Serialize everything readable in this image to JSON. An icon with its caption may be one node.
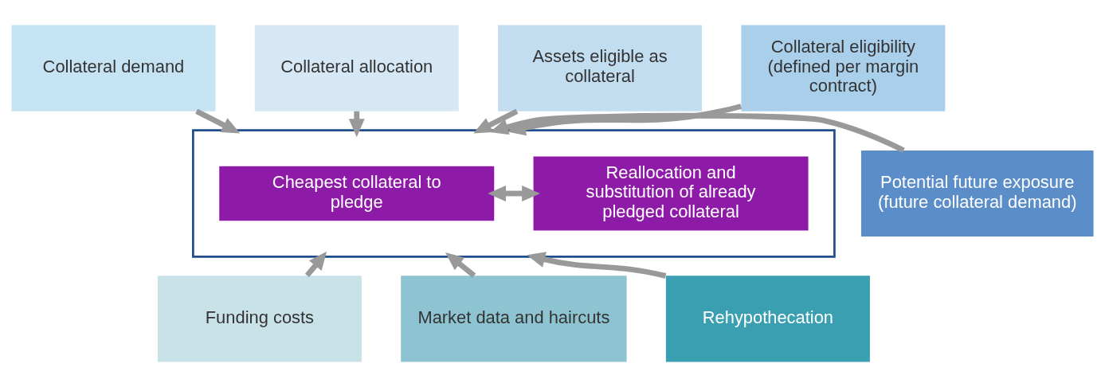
{
  "diagram": {
    "nodes": [
      {
        "text": [
          "Collateral demand"
        ]
      },
      {
        "text": [
          "Collateral allocation"
        ]
      },
      {
        "text": [
          "Assets eligible as collateral"
        ]
      },
      {
        "text": [
          "Collateral eligibility (defined per margin contract)"
        ]
      },
      {
        "text": [],
        "shape": "box"
      },
      {
        "text": [
          "Cheapest collateral to pledge"
        ],
        "in": 4
      },
      {
        "text": [
          "Reallocation and substitution of already pledged collateral"
        ],
        "in": 4
      },
      {
        "text": [
          "Potential future exposure (future collateral demand)"
        ]
      },
      {
        "text": [
          "Funding costs"
        ]
      },
      {
        "text": [
          "Market data and haircuts"
        ]
      },
      {
        "text": [
          "Rehypothecation"
        ]
      }
    ],
    "edges": [
      {
        "from": 0,
        "to": 4,
        "arrow": "to"
      },
      {
        "from": 1,
        "to": 4,
        "arrow": "to"
      },
      {
        "from": 2,
        "to": 4,
        "arrow": "to"
      },
      {
        "from": 3,
        "to": 4,
        "arrow": "to"
      },
      {
        "from": 5,
        "to": 6,
        "arrow": "both"
      },
      {
        "from": 7,
        "to": 4,
        "arrow": "to"
      },
      {
        "from": 8,
        "to": 4,
        "arrow": "to"
      },
      {
        "from": 9,
        "to": 4,
        "arrow": "to"
      },
      {
        "from": 10,
        "to": 4,
        "arrow": "to"
      }
    ]
  }
}
